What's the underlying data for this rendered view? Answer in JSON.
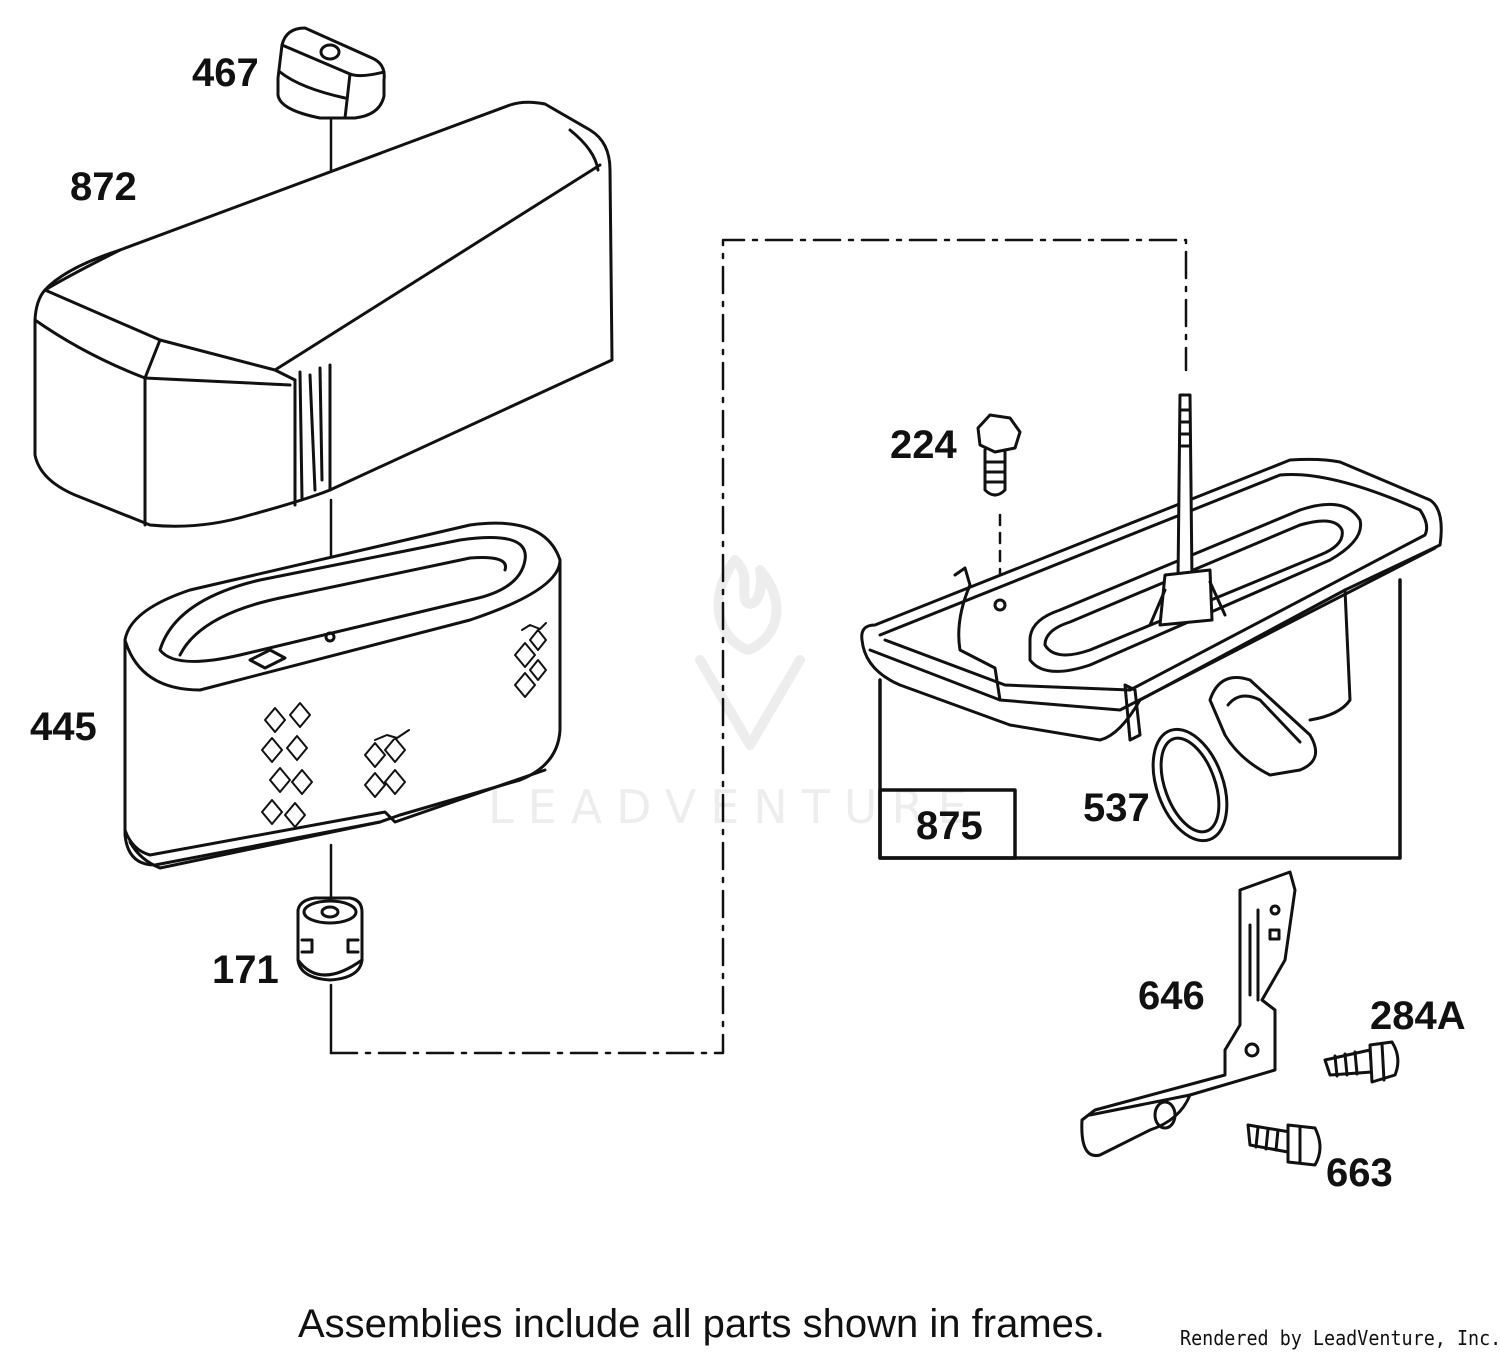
{
  "labels": {
    "p467": "467",
    "p872": "872",
    "p445": "445",
    "p171": "171",
    "p224": "224",
    "p875": "875",
    "p537": "537",
    "p646": "646",
    "p284a": "284A",
    "p663": "663"
  },
  "footer": {
    "note": "Assemblies include all parts shown in frames.",
    "credit": "Rendered by LeadVenture, Inc."
  },
  "watermark": "LEADVENTURE",
  "colors": {
    "line": "#111111",
    "fill": "#ffffff"
  }
}
